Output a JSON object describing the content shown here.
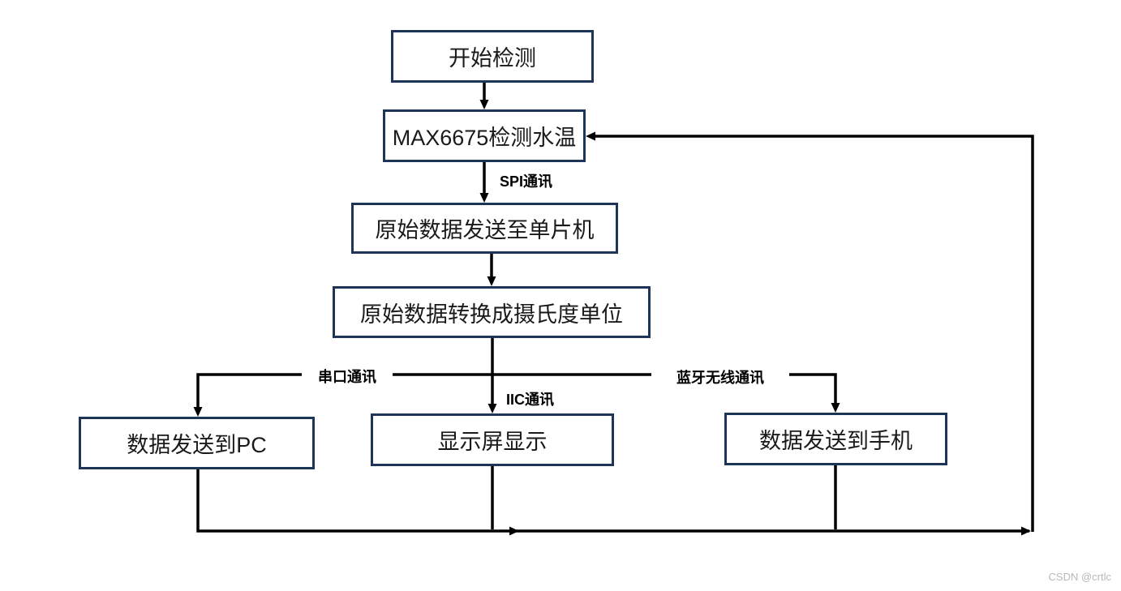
{
  "diagram": {
    "nodes": [
      {
        "id": "start",
        "label": "开始检测"
      },
      {
        "id": "max6675",
        "label": "MAX6675检测水温"
      },
      {
        "id": "send-to-mcu",
        "label": "原始数据发送至单片机"
      },
      {
        "id": "convert-celsius",
        "label": "原始数据转换成摄氏度单位"
      },
      {
        "id": "send-to-pc",
        "label": "数据发送到PC"
      },
      {
        "id": "display-screen",
        "label": "显示屏显示"
      },
      {
        "id": "send-to-phone",
        "label": "数据发送到手机"
      }
    ],
    "edge_labels": [
      {
        "id": "spi",
        "label": "SPI通讯"
      },
      {
        "id": "serial-port",
        "label": "串口通讯"
      },
      {
        "id": "iic",
        "label": "IIC通讯"
      },
      {
        "id": "bluetooth",
        "label": "蓝牙无线通讯"
      }
    ],
    "colors": {
      "node_border": "#1f3557",
      "connector": "#000000",
      "node_text": "#1a1a1a",
      "background": "#ffffff",
      "watermark": "#b8b8b8"
    }
  },
  "watermark": {
    "text": "CSDN @crtlc"
  }
}
